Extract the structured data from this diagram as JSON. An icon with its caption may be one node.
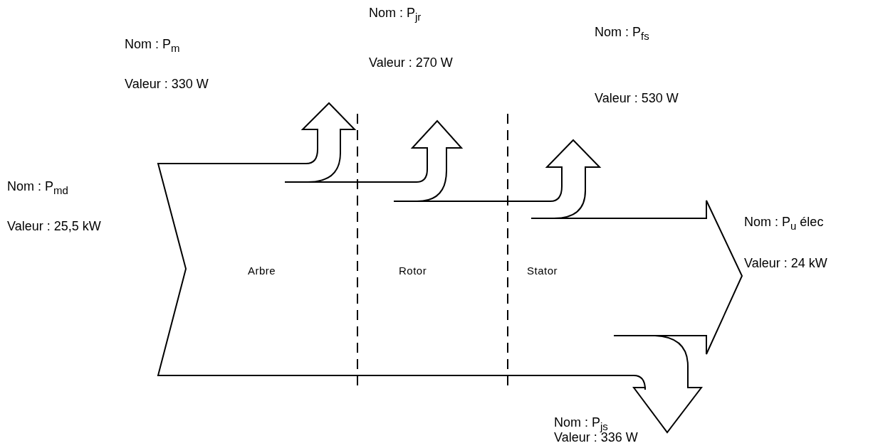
{
  "diagram": {
    "nodes": [
      {
        "text": [
          "Arbre",
          "Rotor",
          "Stator"
        ]
      }
    ],
    "labels": [
      "Nom : P$_{jr}$",
      "Nom : P$_{m}$",
      "Valeur : 270 W",
      "Nom : P$_{fs}$",
      "Valeur : 330 W",
      "Valeur : 530 W",
      "Nom : P$_{md}$",
      "Nom :  P$_{u}$ élec",
      "Valeur : 25,5 kW",
      "Valeur : 24 kW",
      "Nom : P$_{js}$",
      "Valeur : 336 W"
    ]
  }
}
